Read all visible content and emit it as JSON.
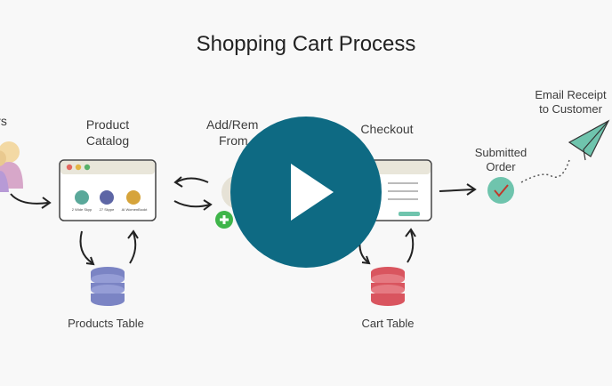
{
  "title": "Shopping Cart Process",
  "labels": {
    "users": "rs",
    "product_catalog_line1": "Product",
    "product_catalog_line2": "Catalog",
    "add_remove_line1": "Add/Rem",
    "add_remove_line2": "From",
    "checkout": "Checkout",
    "submitted_order_line1": "Submitted",
    "submitted_order_line2": "Order",
    "email_receipt_line1": "Email Receipt",
    "email_receipt_line2": "to Customer",
    "products_table": "Products Table",
    "cart_table": "Cart Table"
  },
  "catalog_items": [
    "2 Wide Skyp",
    "27 Skype",
    "AI WomenBookt"
  ],
  "colors": {
    "play_button": "#0e6a83",
    "products_db": "#7b84c4",
    "cart_db": "#d9555f",
    "submitted_check": "#6fc4ad",
    "plus_badge": "#3fb54a",
    "paper_plane": "#6fc4ad"
  },
  "icons": {
    "play": "play-icon",
    "database": "database-icon",
    "check": "check-icon",
    "paper_plane": "paper-plane-icon",
    "user": "user-icon",
    "plus": "plus-icon"
  }
}
